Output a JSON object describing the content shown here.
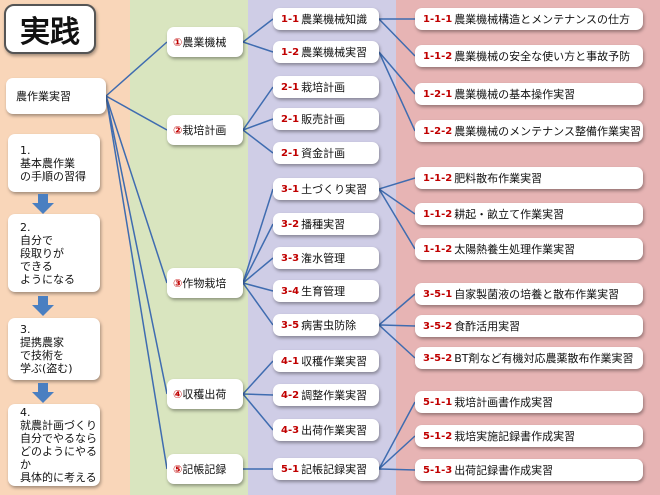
{
  "title": "実践",
  "root": "農作業実習",
  "steps": [
    "1.\n基本農作業\nの手順の習得",
    "2.\n自分で\n段取りが\nできる\nようになる",
    "3.\n提携農家\nで技術を\n学ぶ(盗む)",
    "4.\n就農計画づくり\n自分でやるなら\nどのようにやるか\n具体的に考える"
  ],
  "categories": [
    {
      "num": "①",
      "label": "農業機械"
    },
    {
      "num": "②",
      "label": "栽培計画"
    },
    {
      "num": "③",
      "label": "作物栽培"
    },
    {
      "num": "④",
      "label": "収穫出荷"
    },
    {
      "num": "⑤",
      "label": "記帳記録"
    }
  ],
  "subs": [
    {
      "code": "1-1",
      "label": "農業機械知識"
    },
    {
      "code": "1-2",
      "label": "農業機械実習"
    },
    {
      "code": "2-1",
      "label": "栽培計画"
    },
    {
      "code": "2-1",
      "label": "販売計画"
    },
    {
      "code": "2-1",
      "label": "資金計画"
    },
    {
      "code": "3-1",
      "label": "土づくり実習"
    },
    {
      "code": "3-2",
      "label": "播種実習"
    },
    {
      "code": "3-3",
      "label": "潅水管理"
    },
    {
      "code": "3-4",
      "label": "生育管理"
    },
    {
      "code": "3-5",
      "label": "病害虫防除"
    },
    {
      "code": "4-1",
      "label": "収穫作業実習"
    },
    {
      "code": "4-2",
      "label": "調整作業実習"
    },
    {
      "code": "4-3",
      "label": "出荷作業実習"
    },
    {
      "code": "5-1",
      "label": "記帳記録実習"
    }
  ],
  "details": [
    {
      "code": "1-1-1",
      "label": "農業機械構造とメンテナンスの仕方"
    },
    {
      "code": "1-1-2",
      "label": "農業機械の安全な使い方と事故予防"
    },
    {
      "code": "1-2-1",
      "label": "農業機械の基本操作実習"
    },
    {
      "code": "1-2-2",
      "label": "農業機械のメンテナンス整備作業実習"
    },
    {
      "code": "1-1-2",
      "label": "肥料散布作業実習"
    },
    {
      "code": "1-1-2",
      "label": "耕起・畝立て作業実習"
    },
    {
      "code": "1-1-2",
      "label": "太陽熱養生処理作業実習"
    },
    {
      "code": "3-5-1",
      "label": "自家製菌液の培養と散布作業実習"
    },
    {
      "code": "3-5-2",
      "label": "食酢活用実習"
    },
    {
      "code": "3-5-2",
      "label": "BT剤など有機対応農薬散布作業実習"
    },
    {
      "code": "5-1-1",
      "label": "栽培計画書作成実習"
    },
    {
      "code": "5-1-2",
      "label": "栽培実施記録書作成実習"
    },
    {
      "code": "5-1-3",
      "label": "出荷記録書作成実習"
    }
  ],
  "colors": {
    "accent": "#c00000",
    "arrow": "#4a7fc1",
    "connector": "#3f6cb0"
  }
}
